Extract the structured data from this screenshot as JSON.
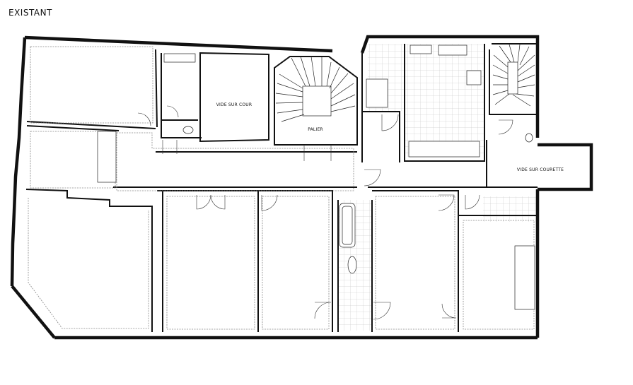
{
  "plan": {
    "title": "EXISTANT",
    "rooms": {
      "vide_sur_cour": "VIDE SUR COUR",
      "palier": "PALIER",
      "vide_sur_courette": "VIDE SUR COURETTE"
    }
  }
}
